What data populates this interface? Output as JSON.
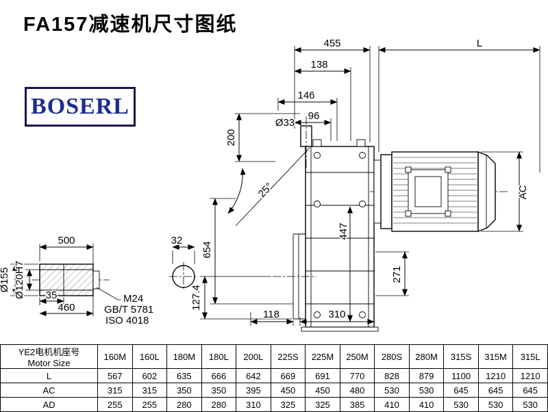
{
  "page": {
    "title": "FA157减速机尺寸图纸",
    "logo": "BOSERL"
  },
  "dims": {
    "top_width": "455",
    "overall_length": "L",
    "d138": "138",
    "d146": "146",
    "d96": "96",
    "input_shaft_dia": "Ø33",
    "d200": "200",
    "angle": "25°",
    "d654": "654",
    "d447": "447",
    "motor_dia": "AC",
    "d271": "271",
    "d118": "118",
    "d310": "310",
    "d127_4": "127.4",
    "shaft_length": "500",
    "d32": "32",
    "d35": "35",
    "d460": "460",
    "hub_dia": "Ø155",
    "bore_dia": "Ø120H7",
    "thread": "M24",
    "standard1": "GB/T 5781",
    "standard2": "ISO 4018"
  },
  "table": {
    "header_cn": "YE2电机机座号",
    "header_en": "Motor Size",
    "columns": [
      "160M",
      "160L",
      "180M",
      "180L",
      "200L",
      "225S",
      "225M",
      "250M",
      "280S",
      "280M",
      "315S",
      "315M",
      "315L"
    ],
    "rows": [
      {
        "label": "L",
        "values": [
          567,
          602,
          635,
          666,
          642,
          669,
          691,
          770,
          828,
          879,
          1100,
          1210,
          1210
        ]
      },
      {
        "label": "AC",
        "values": [
          315,
          315,
          350,
          350,
          395,
          450,
          450,
          480,
          530,
          530,
          645,
          645,
          645
        ]
      },
      {
        "label": "AD",
        "values": [
          255,
          255,
          280,
          280,
          310,
          325,
          325,
          385,
          410,
          410,
          530,
          530,
          530
        ]
      }
    ]
  }
}
